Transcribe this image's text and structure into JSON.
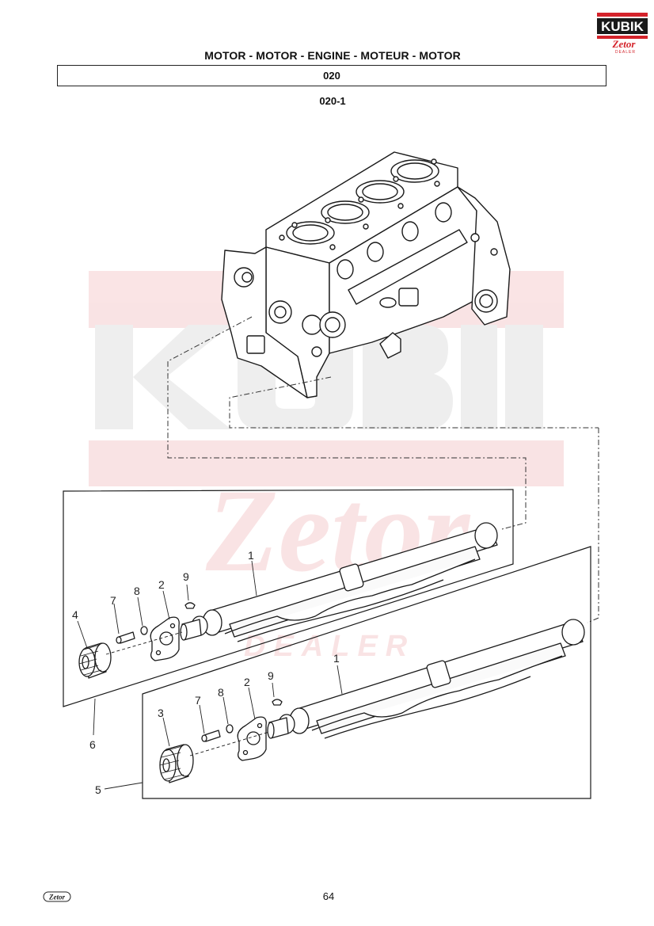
{
  "header": {
    "title": "MOTOR - MOTOR - ENGINE - MOTEUR - MOTOR",
    "section_code": "020",
    "subsection_code": "020-1"
  },
  "brand": {
    "logo_text": "KUBIK",
    "logo_sub": "Zetor",
    "logo_dealer": "DEALER",
    "watermark_text": "KUBIK",
    "watermark_sub": "Zetor",
    "footer_logo": "Zetor",
    "brand_red": "#d4232b"
  },
  "callouts": {
    "upper": {
      "shaft": "1",
      "plate": "2",
      "gear": "4",
      "screw": "7",
      "washer": "8",
      "key": "9",
      "assembly": "6"
    },
    "lower": {
      "shaft": "1",
      "plate": "2",
      "gear": "3",
      "screw": "7",
      "washer": "8",
      "key": "9",
      "assembly": "5"
    }
  },
  "footer": {
    "page_number": "64"
  }
}
